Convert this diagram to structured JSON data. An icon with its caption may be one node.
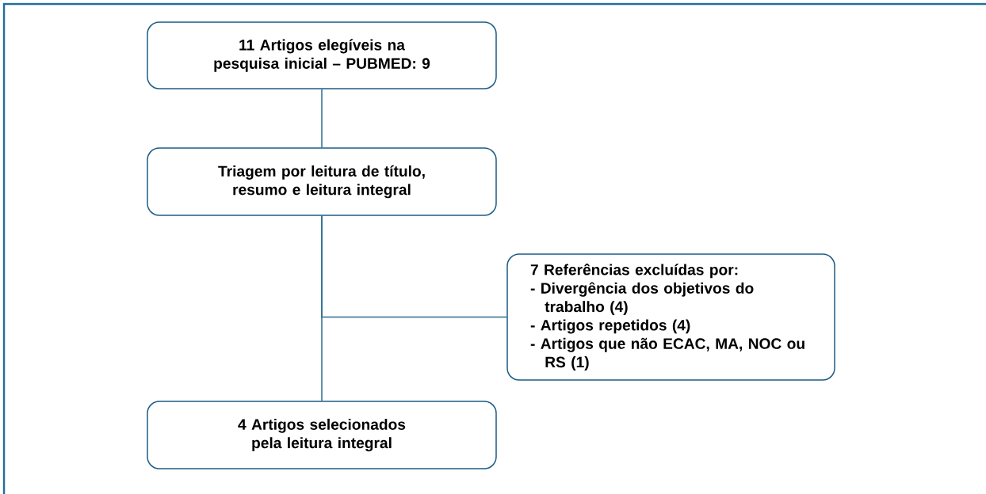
{
  "diagram": {
    "nodes": [
      {
        "text": [
          "11 Artigos elegíveis na pesquisa inicial – PUBMED: 9"
        ]
      },
      {
        "text": [
          "Triagem por leitura de título, resumo e leitura integral"
        ]
      },
      {
        "text": [
          "7 Referências excluídas por:",
          "- Divergência dos objetivos do trabalho (4)",
          "- Artigos repetidos (4)",
          "- Artigos que não ECAC, MA, NOC ou RS (1)"
        ]
      },
      {
        "text": [
          "4 Artigos selecionados pela leitura integral"
        ]
      }
    ],
    "edges": [
      {
        "from": 0,
        "to": 1,
        "arrow": "none"
      },
      {
        "from": 1,
        "to": 3,
        "arrow": "none"
      },
      {
        "from": 1,
        "to": 2,
        "arrow": "none"
      }
    ]
  }
}
